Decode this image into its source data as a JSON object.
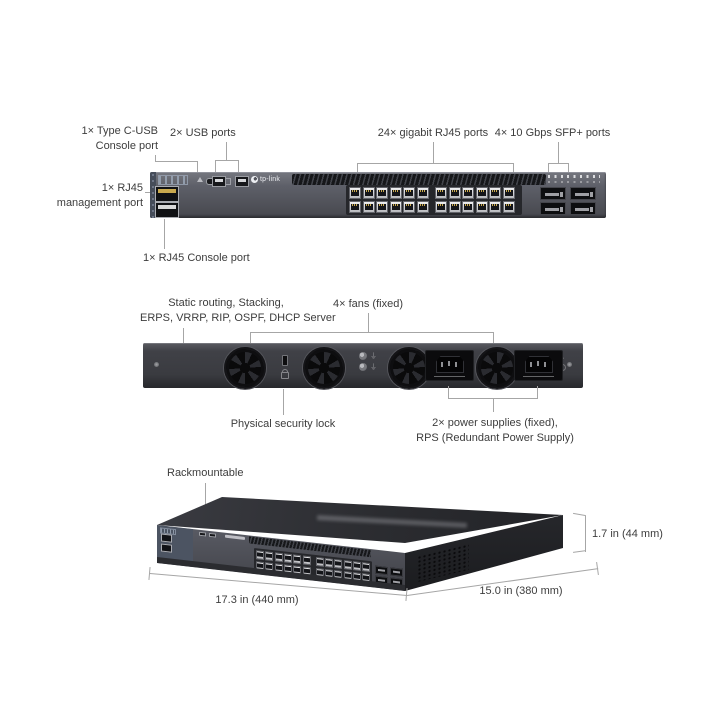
{
  "figure": {
    "front": {
      "labels": {
        "typec_1": "1× Type C-USB",
        "typec_2": "Console port",
        "usb": "2× USB ports",
        "rj45": "24× gigabit RJ45 ports",
        "sfp": "4× 10 Gbps SFP+ ports",
        "mgmt_1": "1× RJ45",
        "mgmt_2": "management port",
        "console": "1× RJ45 Console port"
      },
      "logo": "tp-link"
    },
    "rear": {
      "labels": {
        "features_1": "Static routing, Stacking,",
        "features_2": "ERPS, VRRP, RIP, OSPF, DHCP Server",
        "fans": "4× fans (fixed)",
        "lock": "Physical security lock",
        "power_1": "2× power supplies (fixed),",
        "power_2": "RPS (Redundant Power Supply)"
      }
    },
    "perspective": {
      "labels": {
        "rackmount": "Rackmountable",
        "height": "1.7 in (44 mm)",
        "width": "17.3 in (440 mm)",
        "depth": "15.0 in (380 mm)"
      }
    },
    "counts": {
      "rj45_ports": 24,
      "sfp_ports": 4,
      "usb_ports": 2,
      "fans": 4,
      "power_supplies": 2
    },
    "colors": {
      "label_text": "#3d3d3d",
      "callout_line": "#a6a6a6",
      "chassis_front": "#54565e",
      "chassis_rear": "#3d3e43",
      "mgmt_contact": "#c9a94e"
    }
  }
}
